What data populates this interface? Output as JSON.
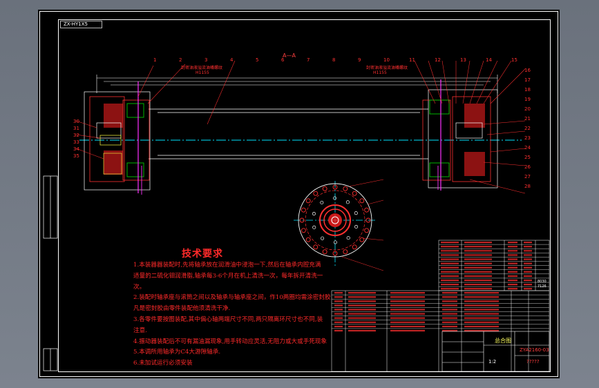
{
  "section_label": "A—A",
  "top_left_stamp": "ZX-HY1X5",
  "top_dims": {
    "left_note": "封密油液溢流油嘴螺纹",
    "left_dim": "H1155",
    "right_note": "封密油液溢流油嘴螺纹",
    "right_dim": "H1155"
  },
  "part_numbers_top": [
    "1",
    "2",
    "3",
    "4",
    "5",
    "6",
    "7",
    "8",
    "9",
    "10",
    "11",
    "12",
    "13",
    "14",
    "15"
  ],
  "part_numbers_right": [
    "16",
    "17",
    "18",
    "19",
    "20",
    "21",
    "22",
    "23",
    "24",
    "25",
    "26",
    "27",
    "28"
  ],
  "part_numbers_left": [
    "30",
    "31",
    "32",
    "33",
    "34",
    "35"
  ],
  "tech_requirements": {
    "title": "技术要求",
    "lines": [
      "1.本装器器装配时,先将轴承放在润滑油中浸泡一下,然后在轴承内腔充满",
      "   适量的二硫化钼润滑脂,轴承每3-6个月在机上清洗一次，每年拆开清洗一",
      "次。",
      "2.装配时轴承座与滚筒之间以及轴承与轴承座之间，作10两圈均需涂密封胶",
      "   凡是密封胶由零件装配他须清洗干净.",
      "3.各零件要按图装配,其中偏心轴两端尺寸不同,两只隔离环尺寸也不同,装",
      "注意.",
      "4.振动器装配后不可有漏油漏现象,用手转动应灵活,无阻力或大或手死现象",
      "5.本调所用轴承为C4大游隙轴承.",
      "6.未加试运行必须安装"
    ]
  },
  "title_block": {
    "assembly_label": "总合图",
    "drawing_no": "ZYA2160-03",
    "scale_text": "1:2",
    "sheet_text": "?????",
    "side_codes": [
      "8030",
      "7126"
    ]
  },
  "colors": {
    "background": "#000000",
    "frame": "#ffffff",
    "red": "#ff2020",
    "cyan": "#00e5ff",
    "green": "#00c800",
    "magenta": "#ff30ff",
    "yellow": "#ffff40"
  }
}
